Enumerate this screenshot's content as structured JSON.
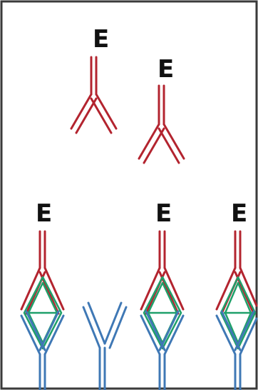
{
  "labels": {
    "free_1": "E",
    "free_2": "E",
    "bound_1": "E",
    "bound_2": "E",
    "bound_3": "E"
  },
  "colors": {
    "frame": "#3a3a3a",
    "labeled_antibody": "#b3242f",
    "capture_antibody": "#3f78b5",
    "antigen": "#1fa06a",
    "label_text": "#111111"
  },
  "icons": {
    "labeled_antibody": "y-shaped-antibody-icon",
    "capture_antibody": "y-shaped-antibody-icon",
    "antigen": "diamond-antigen-icon"
  }
}
